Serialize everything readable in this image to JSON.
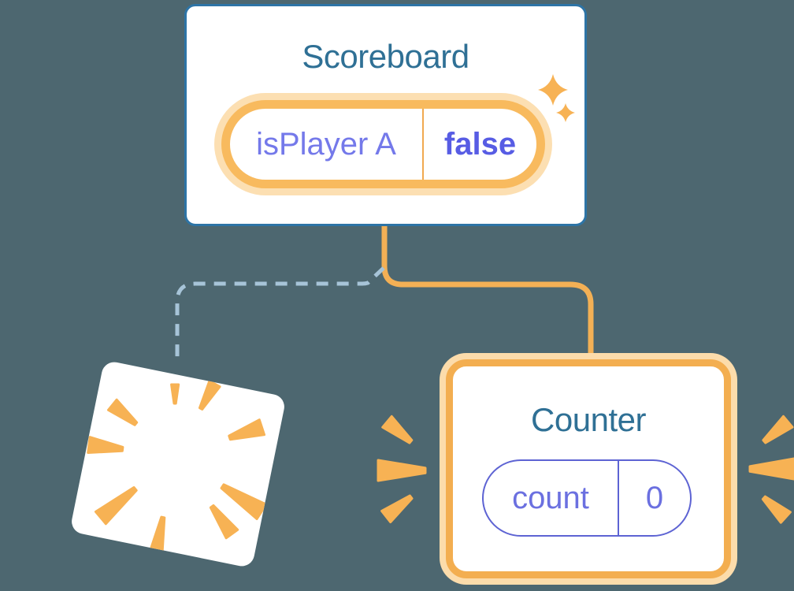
{
  "scoreboard": {
    "title": "Scoreboard",
    "state_pill": {
      "name": "isPlayer A",
      "value": "false"
    }
  },
  "counter": {
    "title": "Counter",
    "state_pill": {
      "name": "count",
      "value": "0"
    }
  },
  "colors": {
    "background": "#4d6770",
    "card_border_blue": "#2d74a6",
    "component_title": "#2f7095",
    "highlight_orange": "#f3ae50",
    "highlight_halo": "#fcdcab",
    "pill_ring_orange": "#f8ba5e",
    "pill_halo": "#fcdfb2",
    "state_name_purple": "#7479ea",
    "state_value_purple": "#575ce4",
    "counter_pill_purple": "#5d63d3",
    "destroyed_link_dash": "#a7c4d8",
    "burst_orange": "#f7b254"
  }
}
